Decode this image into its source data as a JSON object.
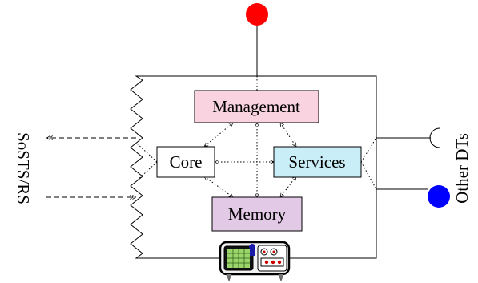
{
  "diagram": {
    "boxes": {
      "management": {
        "label": "Management",
        "fill": "#f9d3e0"
      },
      "core": {
        "label": "Core",
        "fill": "#ffffff"
      },
      "services": {
        "label": "Services",
        "fill": "#c9eef7"
      },
      "memory": {
        "label": "Memory",
        "fill": "#e2c9e6"
      }
    },
    "left_label": "SoSTS/RS",
    "right_label": "Other DTs",
    "colors": {
      "top_port": "#ff0000",
      "right_port": "#0000ff",
      "line": "#000000"
    },
    "icons": {
      "bottom_device": "computer-hardware-icon"
    }
  }
}
